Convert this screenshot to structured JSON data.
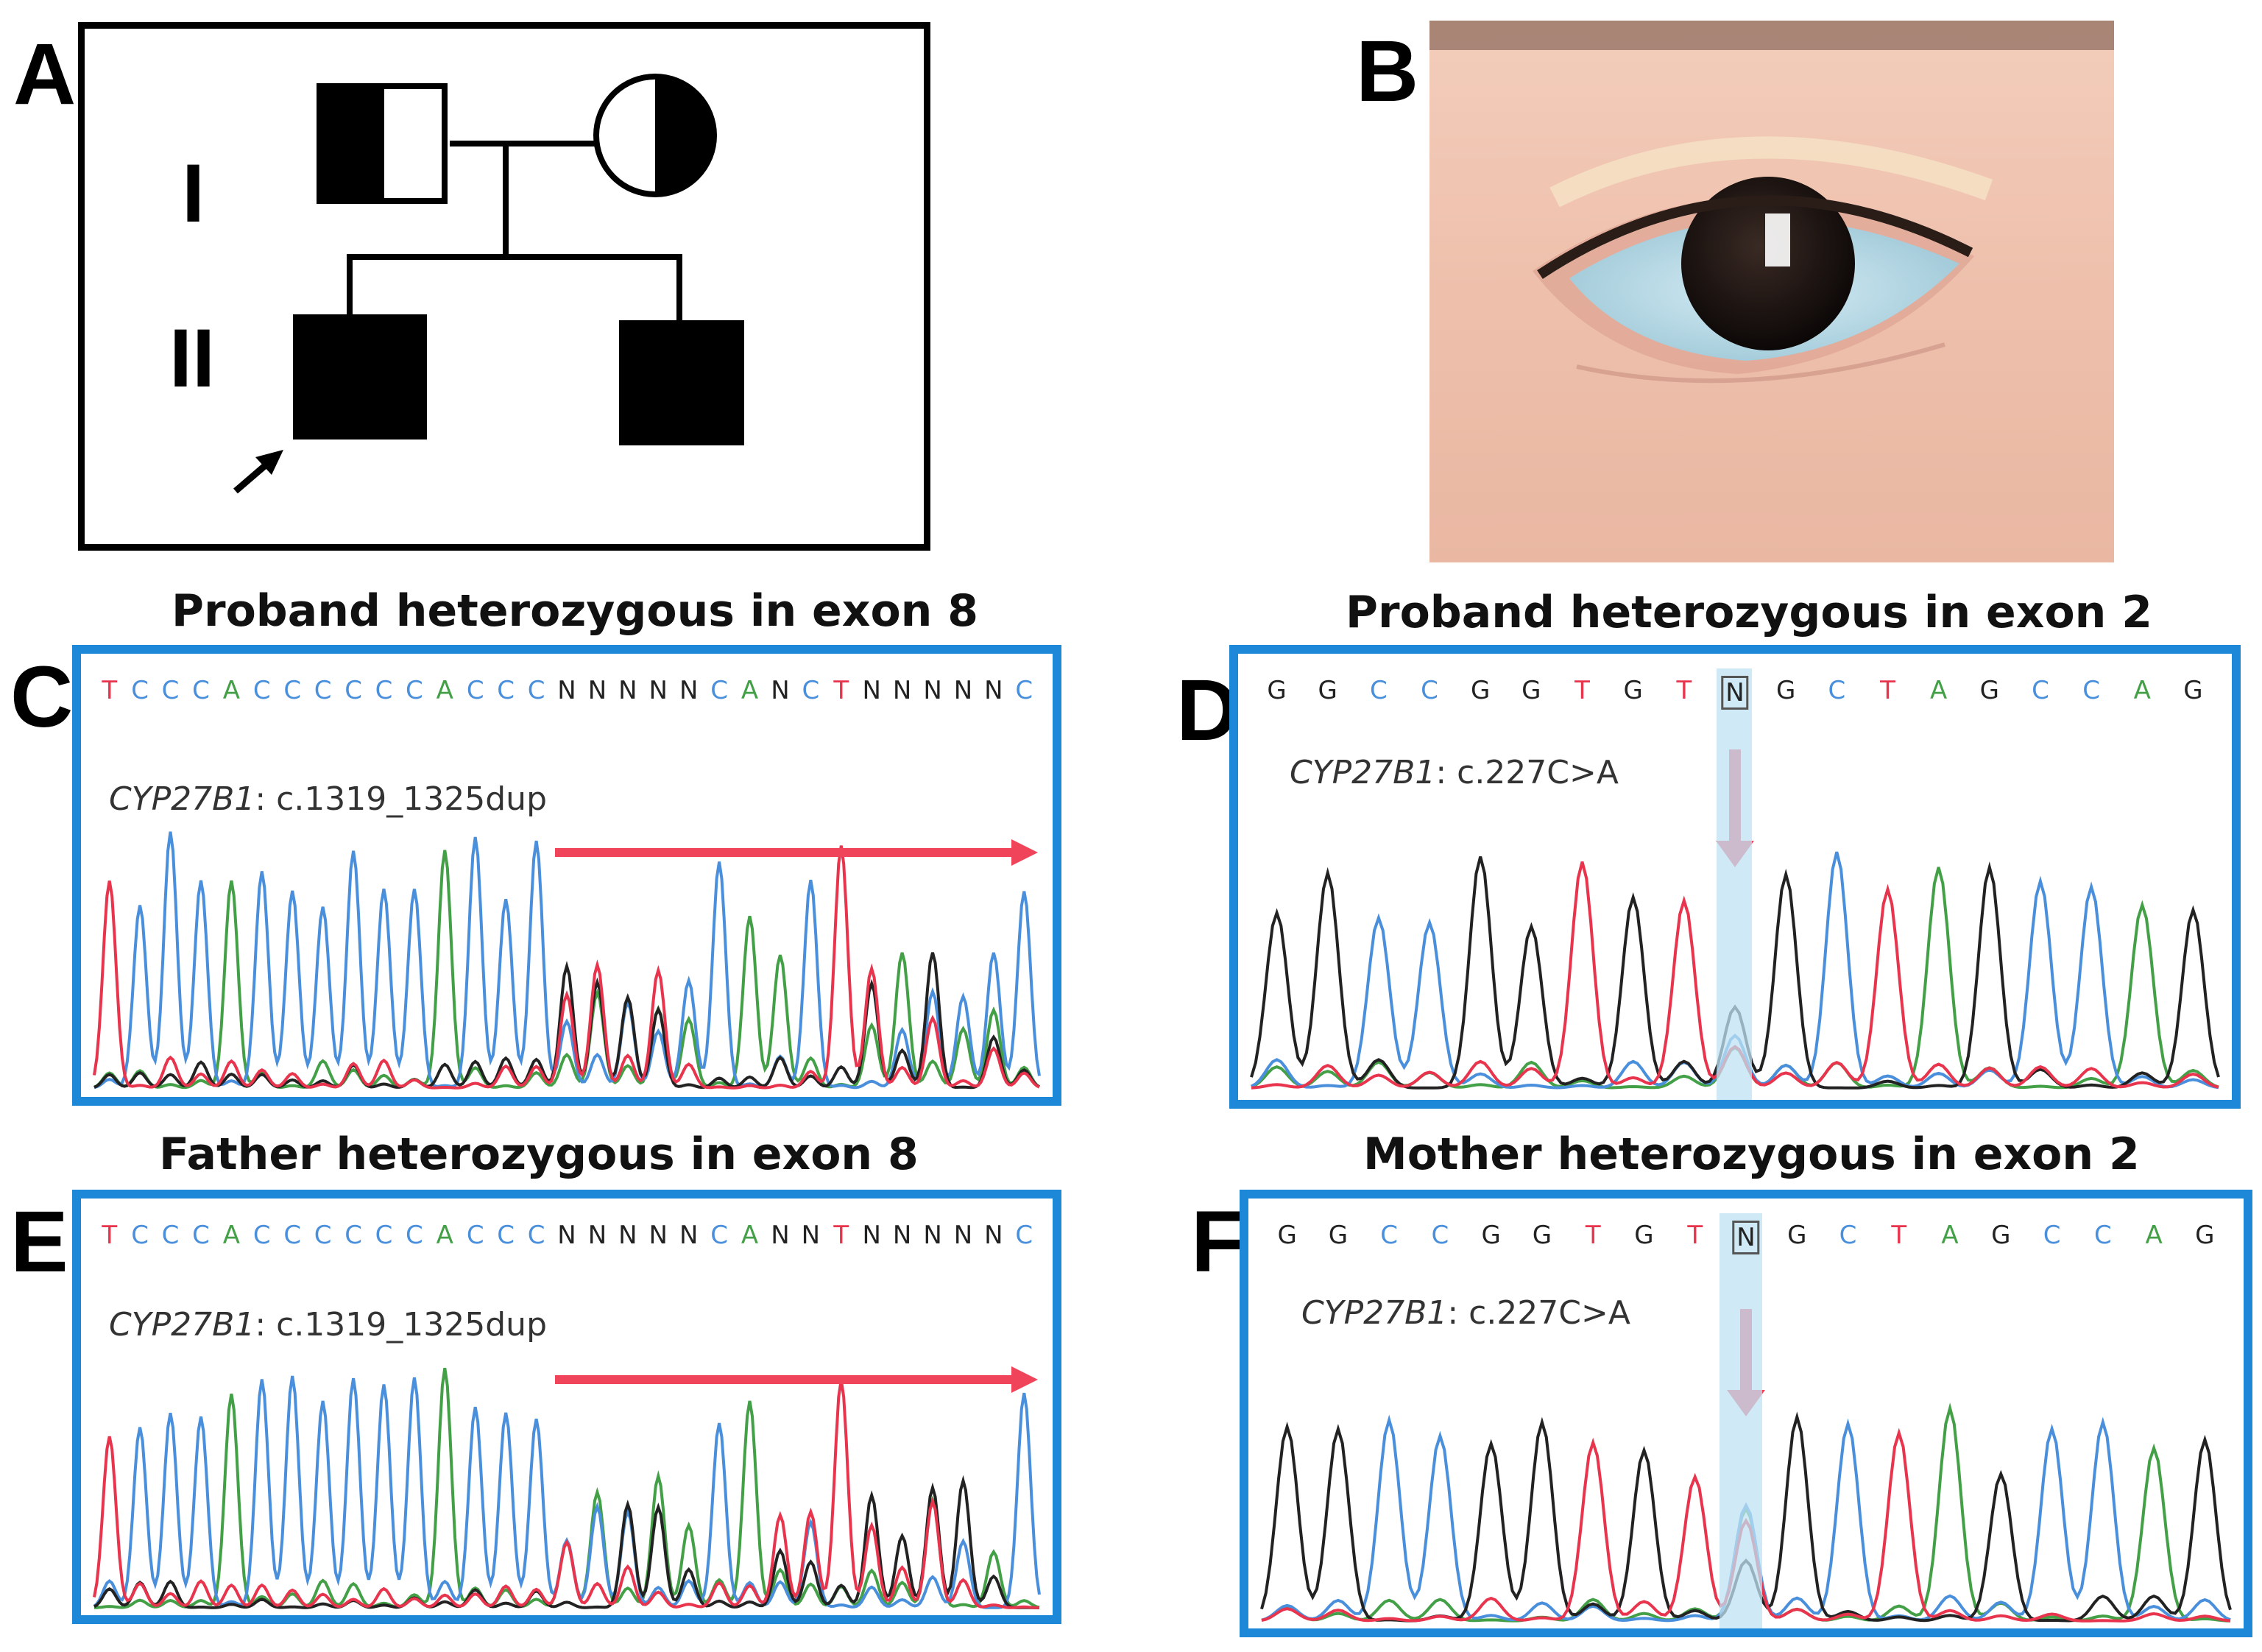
{
  "panel_labels": [
    "A",
    "B",
    "C",
    "D",
    "E",
    "F"
  ],
  "pedigree": {
    "generations": [
      "I",
      "II"
    ],
    "individuals": [
      {
        "generation": "I",
        "sex": "male",
        "status": "carrier"
      },
      {
        "generation": "I",
        "sex": "female",
        "status": "carrier"
      },
      {
        "generation": "II",
        "sex": "male",
        "status": "affected",
        "proband": true
      },
      {
        "generation": "II",
        "sex": "male",
        "status": "affected"
      }
    ]
  },
  "panels": [
    {
      "id": "C",
      "title": "Proband heterozygous in exon 8",
      "gene": "CYP27B1",
      "variant_suffix": ": c.1319_1325dup",
      "bases": [
        "T",
        "C",
        "C",
        "C",
        "A",
        "C",
        "C",
        "C",
        "C",
        "C",
        "C",
        "A",
        "C",
        "C",
        "C",
        "N",
        "N",
        "N",
        "N",
        "N",
        "C",
        "A",
        "N",
        "C",
        "T",
        "N",
        "N",
        "N",
        "N",
        "N",
        "C"
      ]
    },
    {
      "id": "D",
      "title": "Proband heterozygous in exon 2",
      "gene": "CYP27B1",
      "variant_suffix": ": c.227C>A",
      "bases": [
        "G",
        "G",
        "C",
        "C",
        "G",
        "G",
        "T",
        "G",
        "T",
        "N",
        "G",
        "C",
        "T",
        "A",
        "G",
        "C",
        "C",
        "A",
        "G"
      ]
    },
    {
      "id": "E",
      "title": "Father heterozygous in exon 8",
      "gene": "CYP27B1",
      "variant_suffix": ": c.1319_1325dup",
      "bases": [
        "T",
        "C",
        "C",
        "C",
        "A",
        "C",
        "C",
        "C",
        "C",
        "C",
        "C",
        "A",
        "C",
        "C",
        "C",
        "N",
        "N",
        "N",
        "N",
        "N",
        "C",
        "A",
        "N",
        "N",
        "T",
        "N",
        "N",
        "N",
        "N",
        "N",
        "C"
      ]
    },
    {
      "id": "F",
      "title": "Mother heterozygous in exon 2",
      "gene": "CYP27B1",
      "variant_suffix": ": c.227C>A",
      "bases": [
        "G",
        "G",
        "C",
        "C",
        "G",
        "G",
        "T",
        "G",
        "T",
        "N",
        "G",
        "C",
        "T",
        "A",
        "G",
        "C",
        "C",
        "A",
        "G"
      ]
    }
  ],
  "colors": {
    "A": "#43a047",
    "C": "#4a8fdc",
    "G": "#222222",
    "T": "#e8344c",
    "N": "#222222",
    "frame": "#1e88d8",
    "arrow": "#f0445a",
    "highlight": "#bfe3f3"
  }
}
